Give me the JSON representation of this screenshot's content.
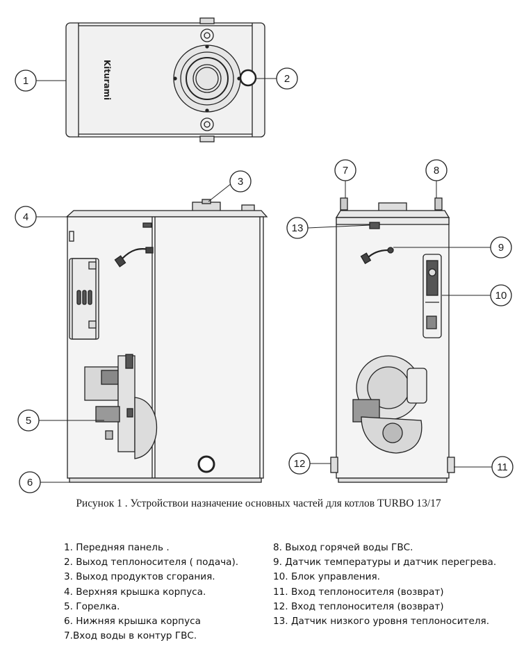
{
  "figure": {
    "callouts": [
      "1",
      "2",
      "3",
      "4",
      "5",
      "6",
      "7",
      "8",
      "9",
      "10",
      "11",
      "12",
      "13"
    ],
    "logo_text": "Kiturami"
  },
  "caption": "Рисунок 1 . Устройствои назначение основных частей для котлов TURBO 13/17",
  "legend_left": [
    "1.  Передняя панель .",
    "2.  Выход теплоносителя ( подача).",
    "3. Выход продуктов сгорания.",
    "4. Верхняя крышка корпуса.",
    "5. Горелка.",
    "6. Нижняя крышка корпуса",
    "7.Вход воды в контур ГВС."
  ],
  "legend_right": [
    "8.  Выход горячей воды ГВС.",
    "9.  Датчик температуры и датчик перегрева.",
    "10.  Блок управления.",
    "11.  Вход  теплоносителя (возврат)",
    "12. Вход  теплоносителя (возврат)",
    "13. Датчик низкого уровня теплоносителя."
  ]
}
